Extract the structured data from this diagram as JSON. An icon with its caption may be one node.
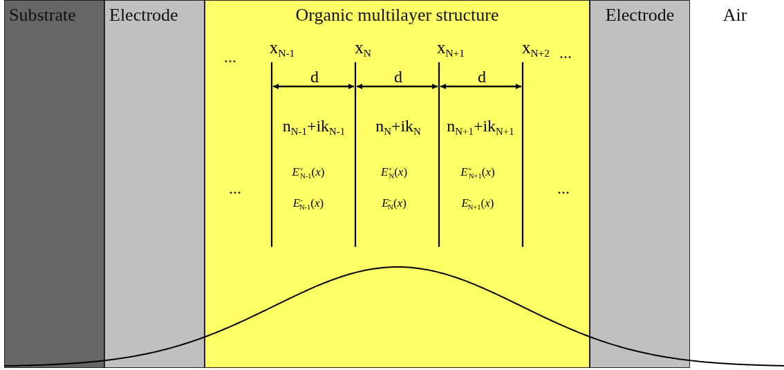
{
  "diagram": {
    "nodes": [
      {
        "text": [
          "Substrate"
        ]
      },
      {
        "text": [
          "Electrode"
        ]
      },
      {
        "text": [
          "Organic multilayer structure"
        ]
      },
      {
        "text": [
          "Electrode"
        ]
      },
      {
        "text": [
          "Air"
        ]
      }
    ],
    "edges": [],
    "labels": [
      "...",
      "x$_{N-1}$",
      "x$_{N}$",
      "x$_{N+1}$",
      "x$_{N+2}$",
      "...",
      "d",
      "d",
      "d",
      "n$_{N-1}$+ik$_{N-1}$",
      "n$_{N}$+ik$_{N}$",
      "n$_{N+1}$+ik$_{N+1}$",
      "...",
      "*E*$^{+}$$_{N-1}$(*x*)",
      "*E*$^{+}$$_{N}$(*x*)",
      "*E*$^{+}$$_{N+1}$(*x*)",
      "...",
      "*E*$^{-}$$_{N-1}$(*x*)",
      "*E*$^{-}$$_{N}$(*x*)",
      "*E*$^{-}$$_{N+1}$(*x*)"
    ]
  }
}
